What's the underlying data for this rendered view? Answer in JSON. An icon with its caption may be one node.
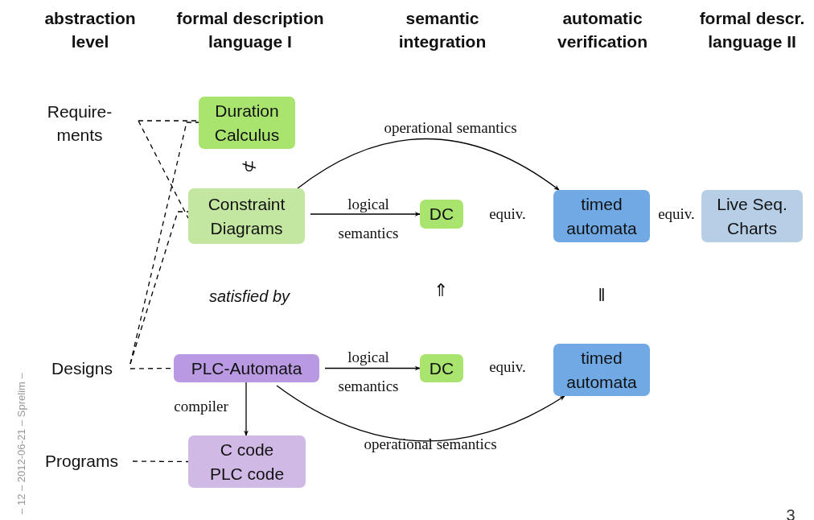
{
  "diagram": {
    "nodes": [
      {
        "text": [
          "Require- ments"
        ]
      },
      {
        "text": [
          "Duration Calculus"
        ]
      },
      {
        "text": [
          "Constraint Diagrams"
        ]
      },
      {
        "text": [
          "DC"
        ]
      },
      {
        "text": [
          "timed automata"
        ]
      },
      {
        "text": [
          "Live Seq. Charts"
        ]
      },
      {
        "text": [
          "Designs"
        ]
      },
      {
        "text": [
          "PLC-Automata"
        ]
      },
      {
        "text": [
          "DC"
        ]
      },
      {
        "text": [
          "timed automata"
        ]
      },
      {
        "text": [
          "Programs"
        ]
      },
      {
        "text": [
          "C code PLC code"
        ]
      }
    ],
    "edges": [
      {
        "from": 0,
        "to": 1,
        "arrow": "none",
        "style": "dashed"
      },
      {
        "from": 0,
        "to": 2,
        "arrow": "none",
        "style": "dashed"
      },
      {
        "from": 6,
        "to": 1,
        "arrow": "none",
        "style": "dashed"
      },
      {
        "from": 6,
        "to": 2,
        "arrow": "none",
        "style": "dashed"
      },
      {
        "from": 6,
        "to": 7,
        "arrow": "none",
        "style": "dashed"
      },
      {
        "from": 10,
        "to": 11,
        "arrow": "none",
        "style": "dashed"
      },
      {
        "from": 2,
        "to": 3,
        "arrow": "to",
        "label": "logical semantics"
      },
      {
        "from": 2,
        "to": 4,
        "arrow": "to",
        "label": "operational semantics"
      },
      {
        "from": 7,
        "to": 8,
        "arrow": "to",
        "label": "logical semantics"
      },
      {
        "from": 7,
        "to": 9,
        "arrow": "to",
        "label": "operational semantics"
      },
      {
        "from": 7,
        "to": 11,
        "arrow": "to",
        "label": "compiler"
      }
    ],
    "labels": [
      "abstraction level",
      "formal description language I",
      "semantic integration",
      "automatic verification",
      "formal descr. language II",
      "⊄",
      "equiv.",
      "equiv.",
      "satisfied by",
      "⇑",
      "‖",
      "equiv.",
      "– 12 – 2012-06-21 – Sprelim –",
      "3"
    ]
  }
}
